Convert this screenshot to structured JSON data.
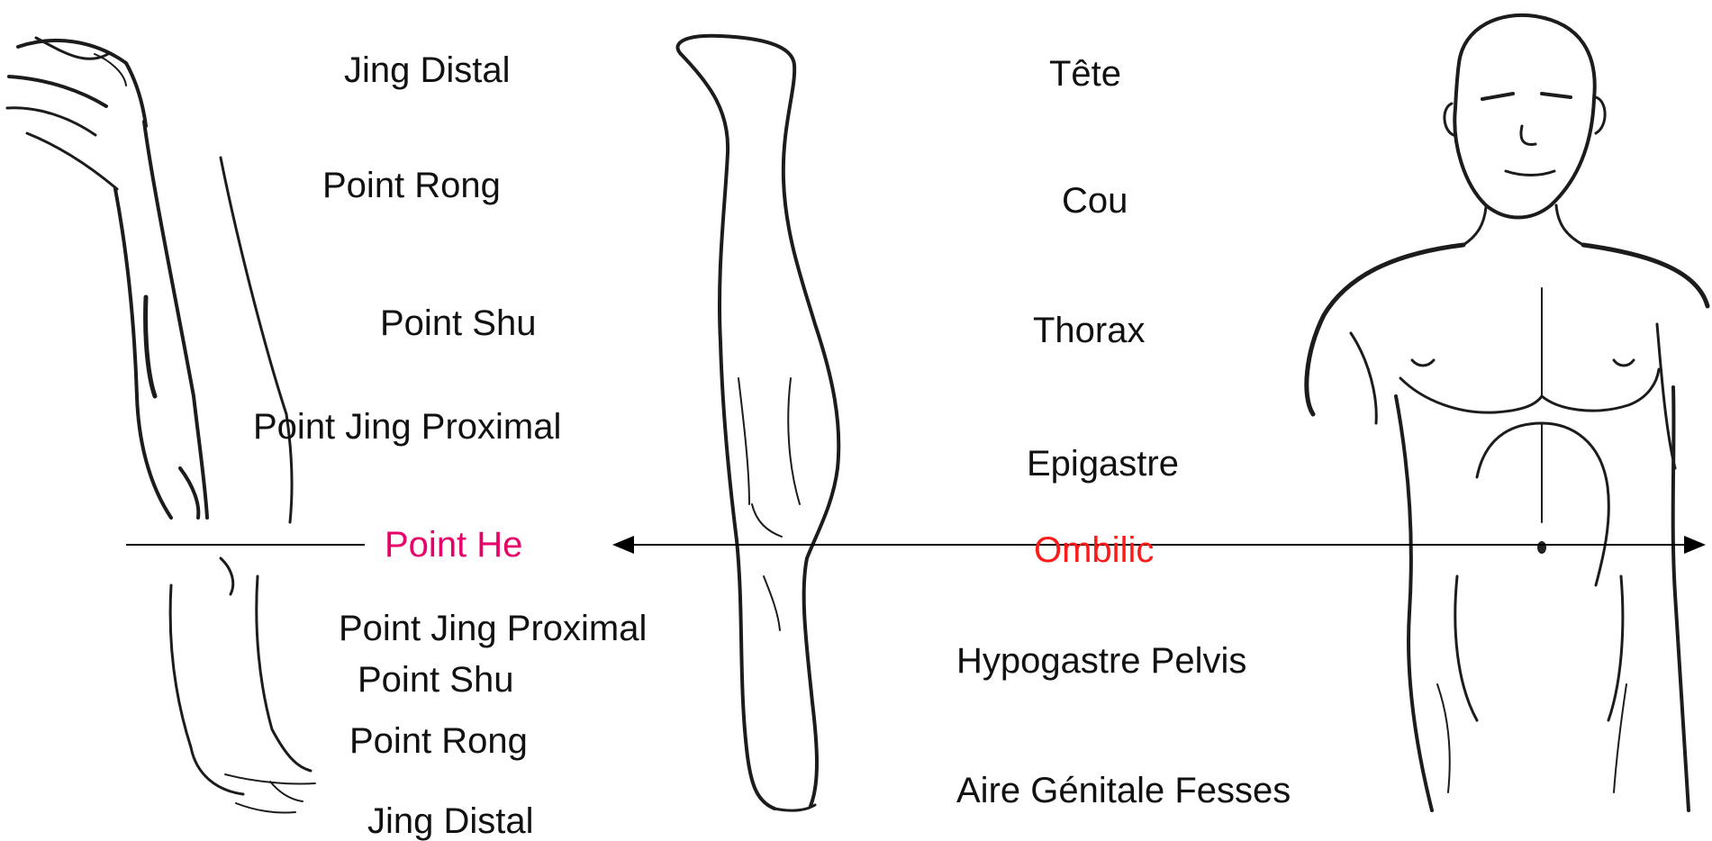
{
  "labels": {
    "left_upper": [
      "Jing Distal",
      "Point Rong",
      "Point Shu",
      "Point Jing Proximal"
    ],
    "point_he": "Point He",
    "left_lower": [
      "Point Jing Proximal",
      "Point Shu",
      "Point Rong",
      "Jing Distal"
    ],
    "right_upper": [
      "Tête",
      "Cou",
      "Thorax",
      "Epigastre"
    ],
    "ombilic": "Ombilic",
    "right_lower": [
      "Hypogastre Pelvis",
      "Aire Génitale Fesses"
    ]
  },
  "colors": {
    "text": "#111111",
    "point_he": "#e8006a",
    "ombilic": "#ff1a1a",
    "line": "#000000"
  },
  "figures": [
    "raised-arm-sketch",
    "lower-arm-sketch",
    "leg-sketch",
    "torso-sketch"
  ]
}
